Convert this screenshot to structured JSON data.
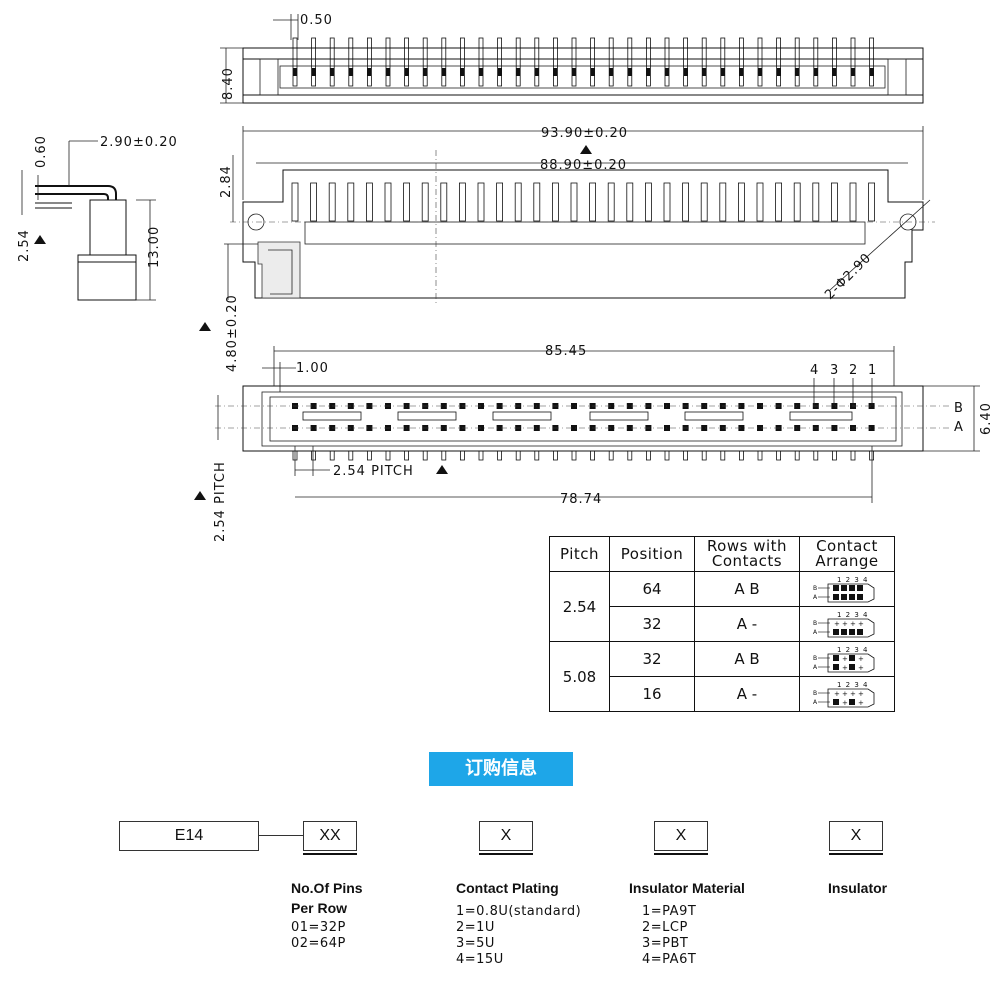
{
  "dimensions": {
    "d050": "0.50",
    "d840": "8.40",
    "d060": "0.60",
    "d290": "2.90±0.20",
    "d254_side": "2.54",
    "d1300": "13.00",
    "d9390": "93.90±0.20",
    "d8890": "88.90±0.20",
    "d284": "2.84",
    "d290hole": "2-Φ2.90",
    "d480": "4.80±0.20",
    "d8545": "85.45",
    "d100": "1.00",
    "d640": "6.40",
    "d254pitch_h": "2.54 PITCH",
    "d254pitch_v": "2.54 PITCH",
    "d7874": "78.74"
  },
  "labels": {
    "row_b": "B",
    "row_a": "A",
    "pos1": "1",
    "pos2": "2",
    "pos3": "3",
    "pos4": "4"
  },
  "contact_table": {
    "headers": [
      "Pitch",
      "Position",
      "Rows with Contacts",
      "Contact Arrange"
    ],
    "rows": [
      {
        "pitch": "2.54",
        "position": "64",
        "rows": "A B"
      },
      {
        "pitch": "",
        "position": "32",
        "rows": "A -"
      },
      {
        "pitch": "5.08",
        "position": "32",
        "rows": "A B"
      },
      {
        "pitch": "",
        "position": "16",
        "rows": "A -"
      }
    ],
    "arrange_numbers": "1 2 3 4",
    "arrange_b": "B",
    "arrange_a": "A"
  },
  "ordering": {
    "title": "订购信息",
    "prefix": "E14",
    "field1": "XX",
    "field2": "X",
    "field3": "X",
    "field4": "X",
    "pins_title_1": "No.Of Pins",
    "pins_title_2": "Per Row",
    "pins_opts": [
      "01=32P",
      "02=64P"
    ],
    "plating_title": "Contact Plating",
    "plating_opts": [
      "1=0.8U(standard)",
      "2=1U",
      "3=5U",
      "4=15U"
    ],
    "material_title": "Insulator Material",
    "material_opts": [
      "1=PA9T",
      "2=LCP",
      "3=PBT",
      "4=PA6T"
    ],
    "insulator_title": "Insulator"
  }
}
